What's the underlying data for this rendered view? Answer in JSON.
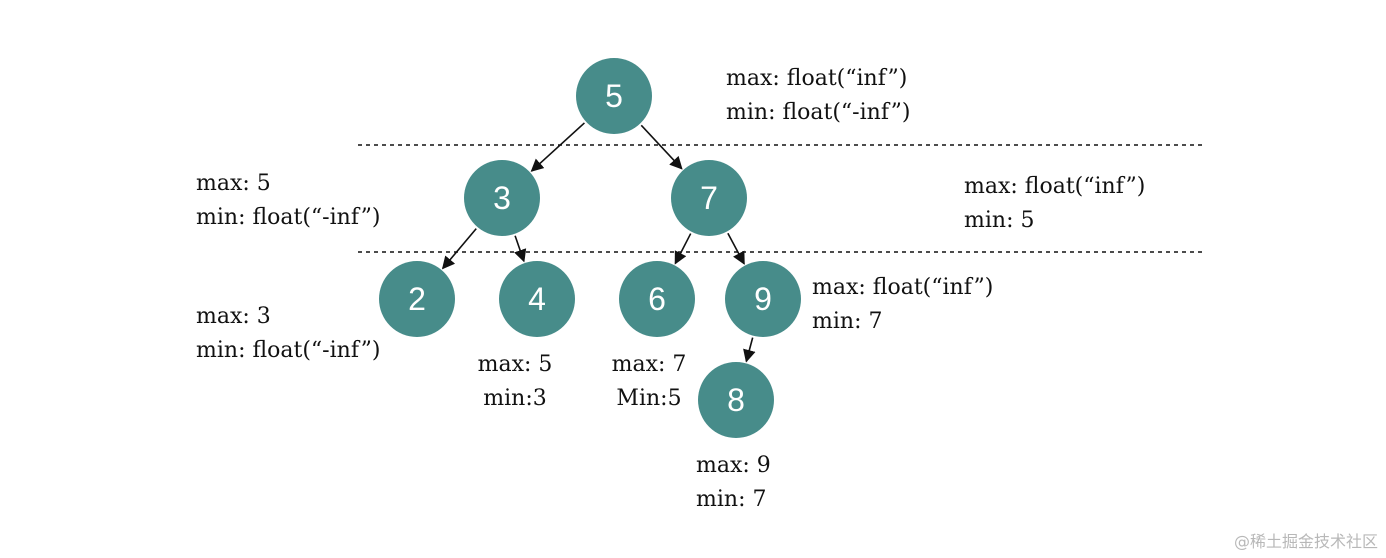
{
  "colors": {
    "node_fill": "#478c8a",
    "node_text": "#ffffff",
    "edge": "#111111"
  },
  "nodes": [
    {
      "id": "n5",
      "label": "5"
    },
    {
      "id": "n3",
      "label": "3"
    },
    {
      "id": "n7",
      "label": "7"
    },
    {
      "id": "n2",
      "label": "2"
    },
    {
      "id": "n4",
      "label": "4"
    },
    {
      "id": "n6",
      "label": "6"
    },
    {
      "id": "n9",
      "label": "9"
    },
    {
      "id": "n8",
      "label": "8"
    }
  ],
  "edges": [
    {
      "from": "n5",
      "to": "n3"
    },
    {
      "from": "n5",
      "to": "n7"
    },
    {
      "from": "n3",
      "to": "n2"
    },
    {
      "from": "n3",
      "to": "n4"
    },
    {
      "from": "n7",
      "to": "n6"
    },
    {
      "from": "n7",
      "to": "n9"
    },
    {
      "from": "n9",
      "to": "n8"
    }
  ],
  "annotations": {
    "n5": {
      "max": "max: float(“inf”)",
      "min": "min: float(“-inf”)"
    },
    "n3": {
      "max": "max: 5",
      "min": "min: float(“-inf”)"
    },
    "n7": {
      "max": "max: float(“inf”)",
      "min": "min: 5"
    },
    "n2": {
      "max": "max: 3",
      "min": "min: float(“-inf”)"
    },
    "n4": {
      "max": "max: 5",
      "min": "min:3"
    },
    "n6": {
      "max": "max: 7",
      "min": "Min:5"
    },
    "n9": {
      "max": "max: float(“inf”)",
      "min": "min: 7"
    },
    "n8": {
      "max": "max: 9",
      "min": "min: 7"
    }
  },
  "watermark": "@稀土掘金技术社区"
}
